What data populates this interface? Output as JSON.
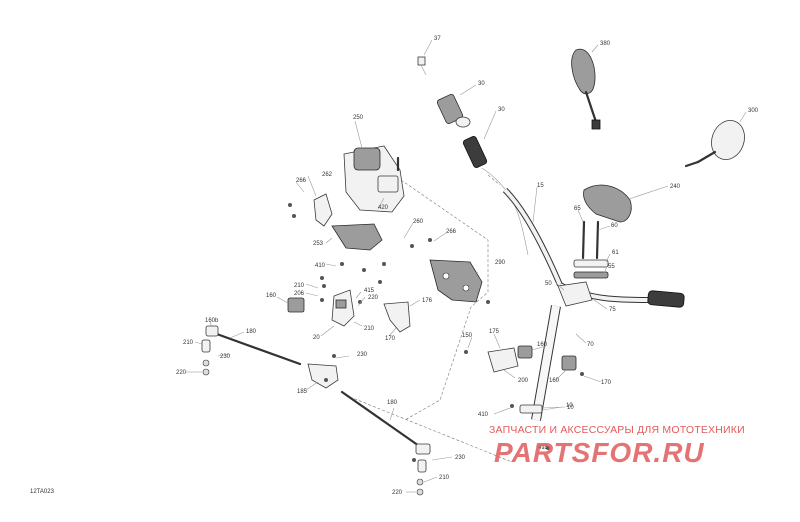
{
  "diagram": {
    "ref_code": "12TA023",
    "watermark_caption": "ЗАПЧАСТИ И АКСЕССУАРЫ ДЛЯ МОТОТЕХНИКИ",
    "watermark_brand": "PARTSFOR.RU",
    "callouts": [
      "37",
      "30",
      "30",
      "380",
      "300",
      "250",
      "15",
      "240",
      "266",
      "262",
      "420",
      "260",
      "266",
      "253",
      "65",
      "60",
      "61",
      "55",
      "410",
      "290",
      "50",
      "210",
      "206",
      "415",
      "220",
      "160",
      "170",
      "176",
      "10",
      "75",
      "160b",
      "180",
      "20",
      "210",
      "70",
      "210",
      "230",
      "150",
      "175",
      "160",
      "220",
      "230",
      "200",
      "160",
      "170",
      "185",
      "180",
      "410",
      "10",
      "415",
      "230",
      "210",
      "220"
    ]
  }
}
